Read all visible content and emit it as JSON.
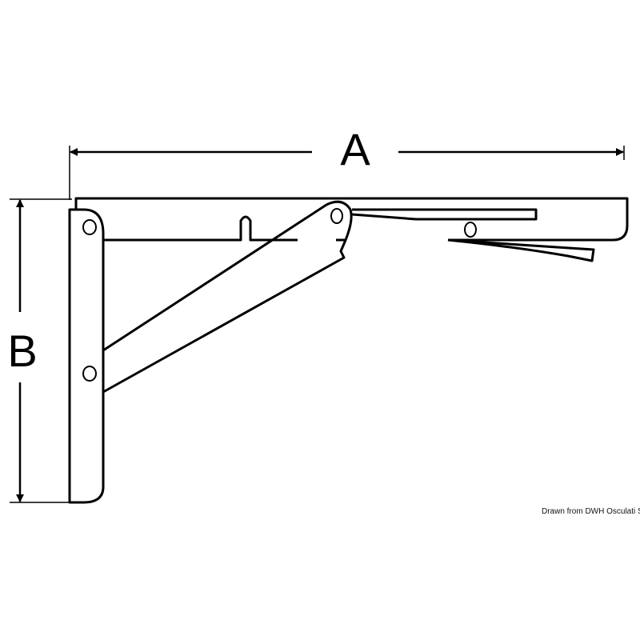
{
  "dimensions": {
    "a_label": "A",
    "b_label": "B"
  },
  "credit": "Drawn from DWH Osculati Srl",
  "colors": {
    "line": "#000000",
    "background": "#ffffff"
  }
}
